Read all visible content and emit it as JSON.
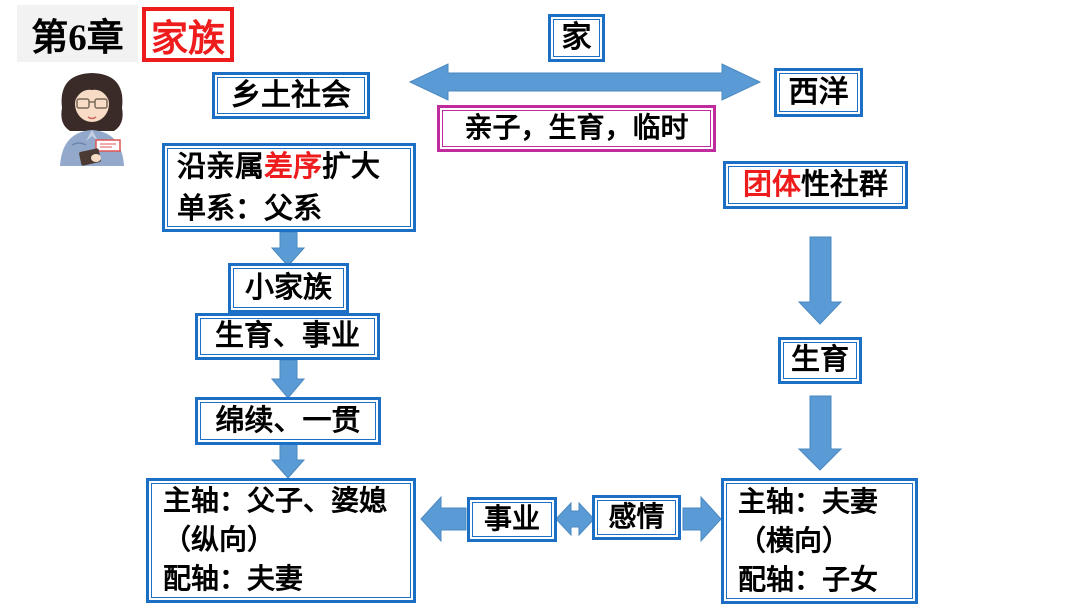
{
  "slide": {
    "chapter_label": "第6章",
    "title": "家族"
  },
  "nodes": {
    "home": "家",
    "rural_society": "乡土社会",
    "west": "西洋",
    "parent_child_note": "亲子，生育，临时",
    "kinship_line1_prefix": "沿亲属",
    "kinship_line1_red": "差序",
    "kinship_line1_suffix": "扩大",
    "kinship_line2": "单系：父系",
    "group_red": "团体",
    "group_rest": "性社群",
    "small_clan": "小家族",
    "fertility_career": "生育、事业",
    "continuity": "绵续、一贯",
    "left_axis_line1": "主轴：父子、婆媳",
    "left_axis_line2": "（纵向）",
    "left_axis_line3": "配轴：夫妻",
    "career": "事业",
    "emotion": "感情",
    "fertility": "生育",
    "right_axis_line1": "主轴：夫妻",
    "right_axis_line2": "（横向）",
    "right_axis_line3": "配轴：子女"
  },
  "colors": {
    "box-border": "#1B6FC4",
    "arrow-fill": "#5B9BD5",
    "arrow-edge": "#4A88C0",
    "accent-red": "#EE1C1C",
    "magenta-border": "#C02B9E",
    "chapter-bg": "#F2F2F2",
    "text": "#000000"
  }
}
